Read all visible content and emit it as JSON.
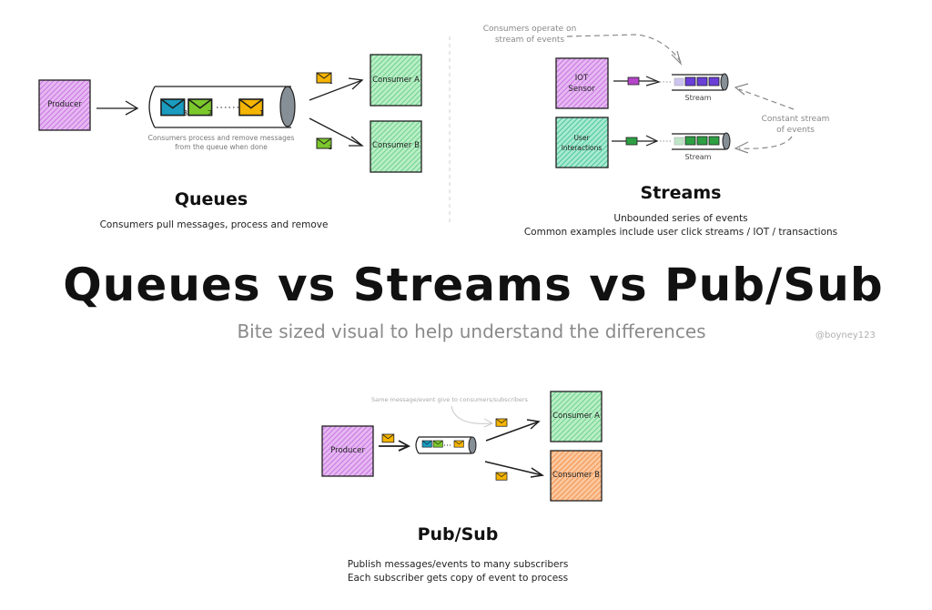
{
  "title": "Queues vs Streams vs Pub/Sub",
  "subtitle": "Bite sized visual to help understand the differences",
  "handle": "@boyney123",
  "colors": {
    "producer": "#d38ce8",
    "consumer_green": "#7fd89a",
    "consumer_orange": "#f5a05e",
    "iot_sensor": "#d38ce8",
    "user_interactions": "#5fd1a8",
    "msg_blue": "#1a9bbf",
    "msg_green": "#7cc82c",
    "msg_yellow": "#f5b400",
    "msg_purple": "#6a3fd8",
    "msg_magenta": "#b545c8",
    "msg_darkgreen": "#2ea043",
    "tube_cap": "#868e96"
  },
  "queues": {
    "title": "Queues",
    "description": "Consumers pull messages, process and remove",
    "producer_label": "Producer",
    "consumer_a_label": "Consumer A",
    "consumer_b_label": "Consumer B",
    "queue_note_line1": "Consumers process and remove messages",
    "queue_note_line2": "from the queue when done",
    "messages": [
      {
        "number": "3",
        "color": "blue",
        "icon": "envelope-icon"
      },
      {
        "number": "2",
        "color": "green",
        "icon": "envelope-icon"
      },
      {
        "number": "1",
        "color": "yellow",
        "icon": "envelope-icon"
      }
    ],
    "delivered": [
      {
        "number": "1",
        "color": "yellow",
        "to": "Consumer A"
      },
      {
        "number": "2",
        "color": "green",
        "to": "Consumer B"
      }
    ]
  },
  "streams": {
    "title": "Streams",
    "description_line1": "Unbounded series of events",
    "description_line2": "Common examples include user click streams / IOT / transactions",
    "annotation_top_line1": "Consumers operate on",
    "annotation_top_line2": "stream of events",
    "annotation_right_line1": "Constant stream",
    "annotation_right_line2": "of events",
    "sources": [
      {
        "label_line1": "IOT",
        "label_line2": "Sensor",
        "stream_label": "Stream",
        "event_color": "purple"
      },
      {
        "label_line1": "User",
        "label_line2": "Interactions",
        "stream_label": "Stream",
        "event_color": "green"
      }
    ]
  },
  "pubsub": {
    "title": "Pub/Sub",
    "description_line1": "Publish messages/events to many subscribers",
    "description_line2": "Each subscriber gets copy of event to process",
    "note": "Same message/event give to consumers/subscribers",
    "producer_label": "Producer",
    "consumer_a_label": "Consumer A",
    "consumer_b_label": "Consumer B"
  }
}
